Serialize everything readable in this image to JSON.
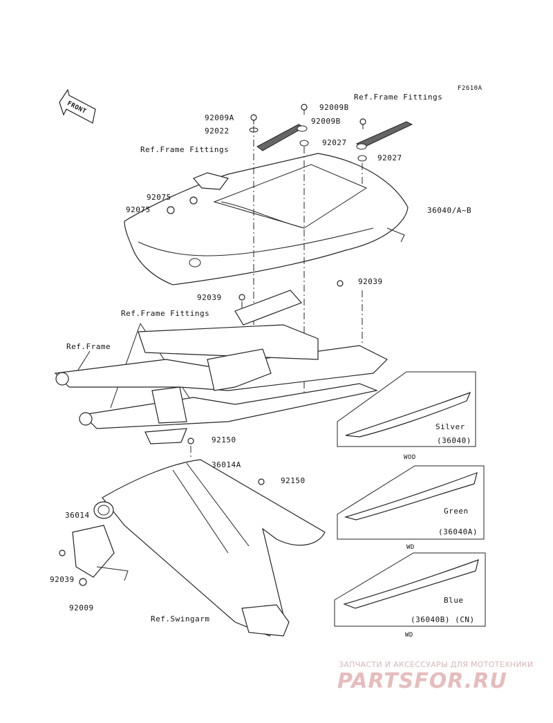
{
  "figure_code": "F2610A",
  "front_label": "FRONT",
  "refs": {
    "frame_fittings_1": "Ref.Frame Fittings",
    "frame_fittings_2": "Ref.Frame Fittings",
    "frame_fittings_3": "Ref.Frame Fittings",
    "frame": "Ref.Frame",
    "swingarm": "Ref.Swingarm"
  },
  "parts": {
    "p92009A": "92009A",
    "p92009B_1": "92009B",
    "p92009B_2": "92009B",
    "p92022": "92022",
    "p92027_1": "92027",
    "p92027_2": "92027",
    "p92075_1": "92075",
    "p92075_2": "92075",
    "p36040": "36040/A~B",
    "p92039_1": "92039",
    "p92039_2": "92039",
    "p92039_3": "92039",
    "p92150_1": "92150",
    "p92150_2": "92150",
    "p36014A": "36014A",
    "p36014": "36014",
    "p92009": "92009"
  },
  "variants": [
    {
      "color": "Silver",
      "code": "(36040)",
      "region": "WOD"
    },
    {
      "color": "Green",
      "code": "(36040A)",
      "region": "WD"
    },
    {
      "color": "Blue",
      "code": "(36040B) (CN)",
      "region": "WD"
    }
  ],
  "watermark": {
    "top": "ЗАПЧАСТИ И АКСЕССУАРЫ ДЛЯ МОТОТЕХНИКИ",
    "logo": "PARTSFOR.RU"
  }
}
